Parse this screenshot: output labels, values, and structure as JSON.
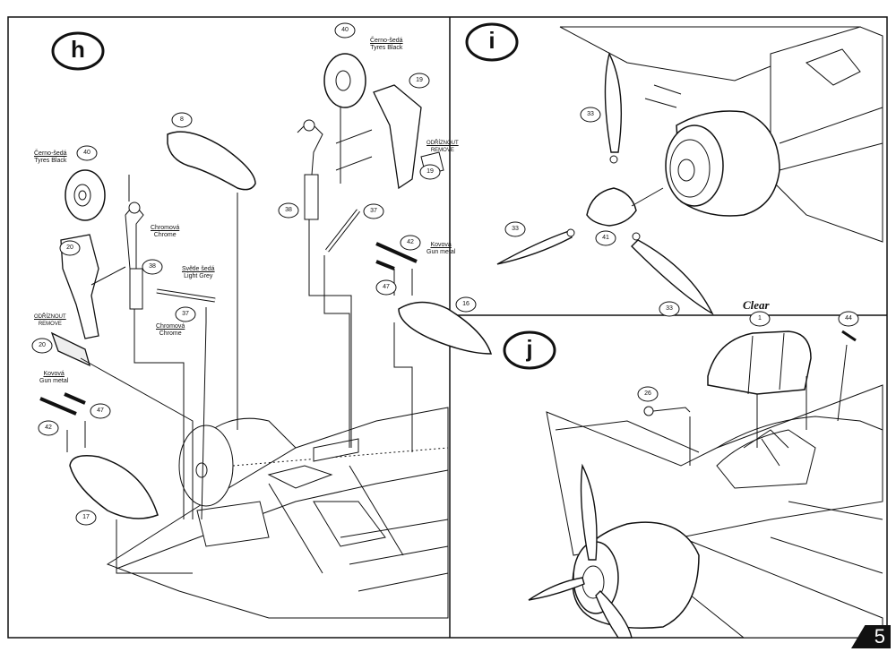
{
  "steps": {
    "h": "h",
    "i": "i",
    "j": "j"
  },
  "parts": {
    "p40a": "40",
    "p40b": "40",
    "p19a": "19",
    "p19b": "19",
    "p8": "8",
    "p20a": "20",
    "p20b": "20",
    "p38a": "38",
    "p38b": "38",
    "p37a": "37",
    "p37b": "37",
    "p42a": "42",
    "p42b": "42",
    "p47a": "47",
    "p47b": "47",
    "p16": "16",
    "p17": "17",
    "p33a": "33",
    "p33b": "33",
    "p33c": "33",
    "p41": "41",
    "p1": "1",
    "p44": "44",
    "p26": "26"
  },
  "labels": {
    "tyres_cz": "Černo-šedá",
    "tyres_en": "Tyres Black",
    "chrome_cz": "Chromová",
    "chrome_en": "Chrome",
    "lightgrey_cz": "Světle šedá",
    "lightgrey_en": "Light Grey",
    "remove_cz": "ODŘÍZNOUT",
    "remove_en": "REMOVE",
    "gunmetal_cz": "Kovová",
    "gunmetal_en": "Gun metal",
    "clear": "Clear"
  },
  "page_number": "5"
}
